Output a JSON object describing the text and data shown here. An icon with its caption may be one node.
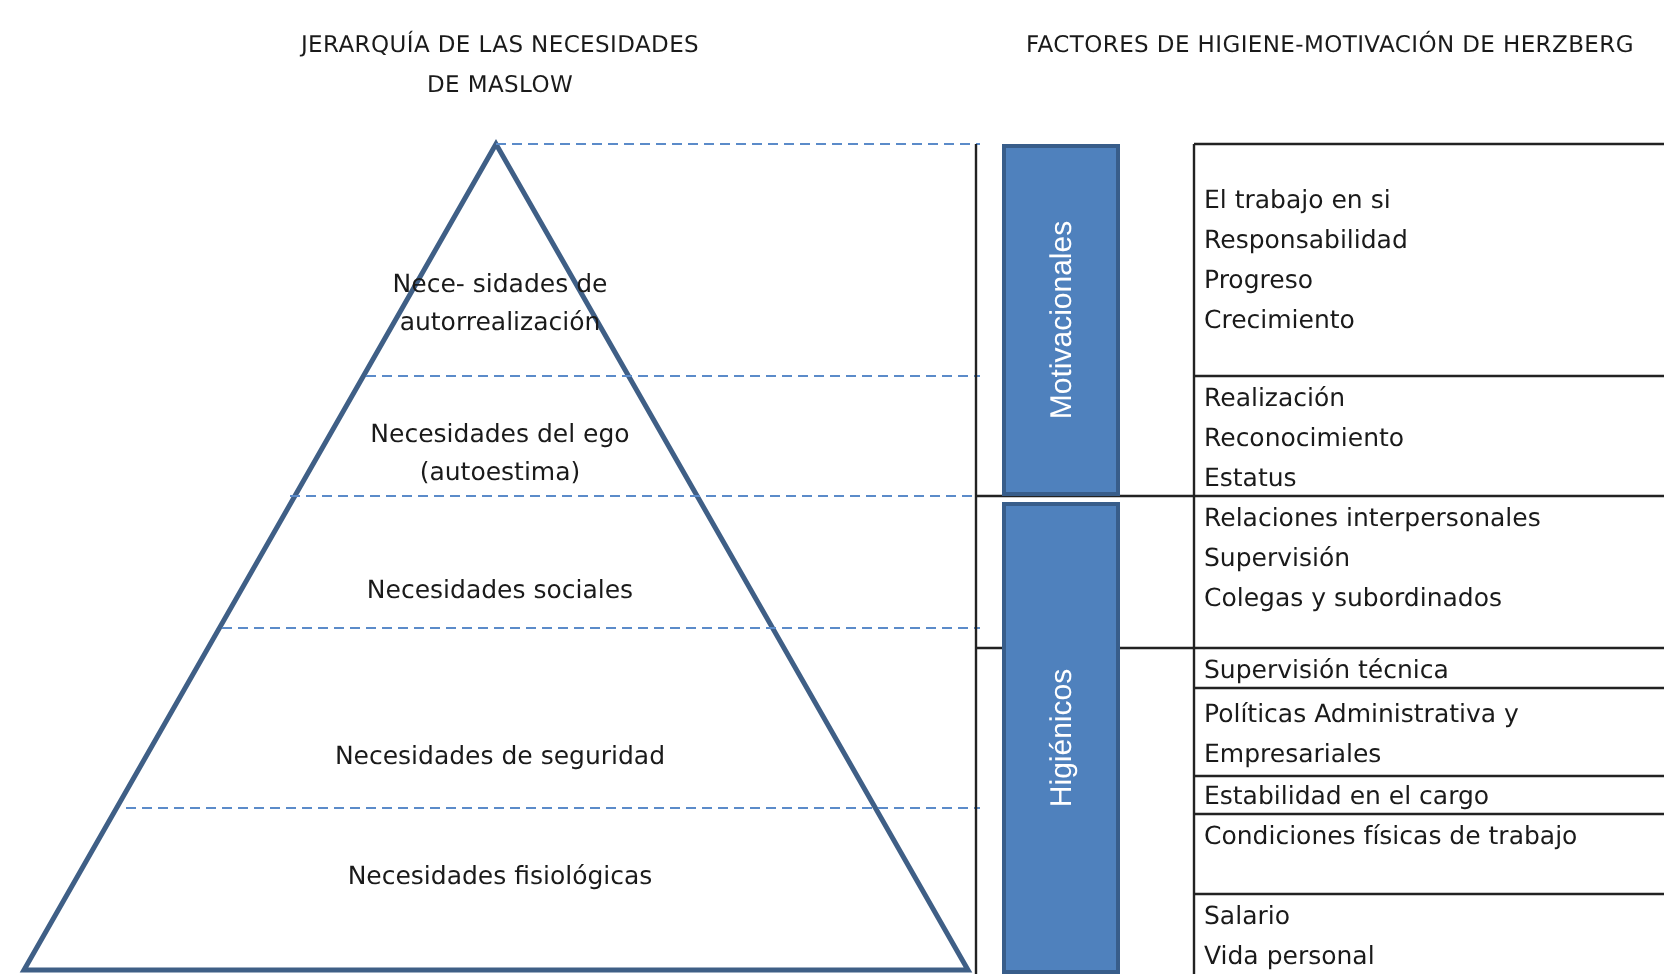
{
  "diagram": {
    "nodes": [
      {
        "text": [
          "Nece- sidades de autorrealización"
        ]
      },
      {
        "text": [
          "Necesidades del ego (autoestima)"
        ]
      },
      {
        "text": [
          "Necesidades sociales"
        ]
      },
      {
        "text": [
          "Necesidades de seguridad"
        ]
      },
      {
        "text": [
          "Necesidades fisiológicas"
        ]
      },
      {
        "text": [
          "Motivacionales"
        ]
      },
      {
        "text": [
          "Higiénicos"
        ]
      },
      {
        "text": [
          "El trabajo en si",
          "Responsabilidad",
          "Progreso",
          "Crecimiento"
        ]
      },
      {
        "text": [
          "Realización",
          "Reconocimiento",
          "Estatus"
        ]
      },
      {
        "text": [
          "Relaciones interpersonales",
          "Supervisión",
          "Colegas y subordinados"
        ]
      },
      {
        "text": [
          "Supervisión técnica"
        ]
      },
      {
        "text": [
          "Políticas Administrativa y Empresariales"
        ]
      },
      {
        "text": [
          "Estabilidad en el cargo"
        ]
      },
      {
        "text": [
          "Condiciones físicas de trabajo"
        ]
      },
      {
        "text": [
          "Salario",
          "Vida personal"
        ]
      }
    ],
    "edges": [],
    "labels": [
      "JERARQUÍA DE LAS NECESIDADES DE MASLOW",
      "FACTORES DE HIGIENE-MOTIVACIÓN DE HERZBERG"
    ]
  }
}
